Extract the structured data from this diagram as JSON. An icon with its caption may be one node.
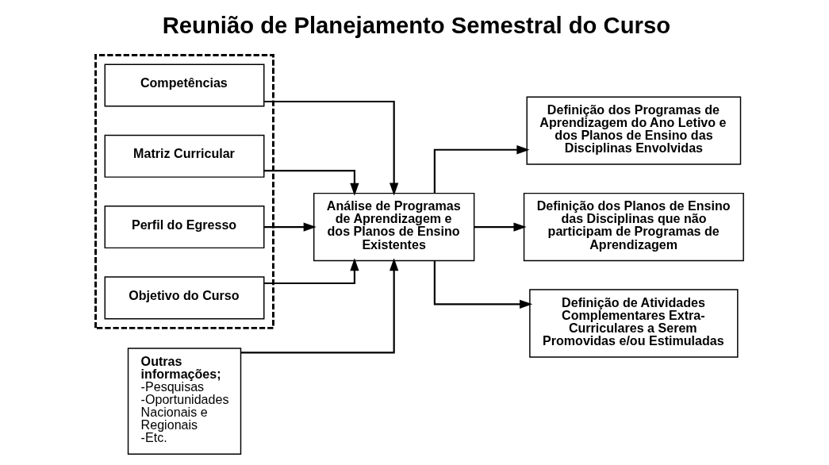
{
  "diagram": {
    "title": "Reunião de Planejamento Semestral do Curso",
    "nodes": [
      {
        "text": [],
        "shape": "box"
      },
      {
        "text": [
          "Competências"
        ],
        "in": 0
      },
      {
        "text": [
          "Matriz Curricular"
        ],
        "in": 0
      },
      {
        "text": [
          "Perfil do Egresso"
        ],
        "in": 0
      },
      {
        "text": [
          "Objetivo do Curso"
        ],
        "in": 0
      },
      {
        "text": [
          "Outras informações;",
          "-Pesquisas",
          "-Oportunidades Nacionais e Regionais",
          "-Etc."
        ]
      },
      {
        "text": [
          "Análise de Programas de Aprendizagem e dos Planos de Ensino Existentes"
        ]
      },
      {
        "text": [
          "Definição dos Programas de Aprendizagem do Ano Letivo e dos Planos de Ensino das Disciplinas Envolvidas"
        ]
      },
      {
        "text": [
          "Definição dos Planos de Ensino das Disciplinas que não participam de Programas de Aprendizagem"
        ]
      },
      {
        "text": [
          "Definição de Atividades Complementares Extra-Curriculares a Serem Promovidas e/ou Estimuladas"
        ]
      }
    ],
    "edges": [
      {
        "from": 1,
        "to": 6,
        "arrow": "to"
      },
      {
        "from": 2,
        "to": 6,
        "arrow": "to"
      },
      {
        "from": 3,
        "to": 6,
        "arrow": "to"
      },
      {
        "from": 4,
        "to": 6,
        "arrow": "to"
      },
      {
        "from": 5,
        "to": 6,
        "arrow": "to"
      },
      {
        "from": 6,
        "to": 7,
        "arrow": "to"
      },
      {
        "from": 6,
        "to": 8,
        "arrow": "to"
      },
      {
        "from": 6,
        "to": 9,
        "arrow": "to"
      }
    ]
  }
}
